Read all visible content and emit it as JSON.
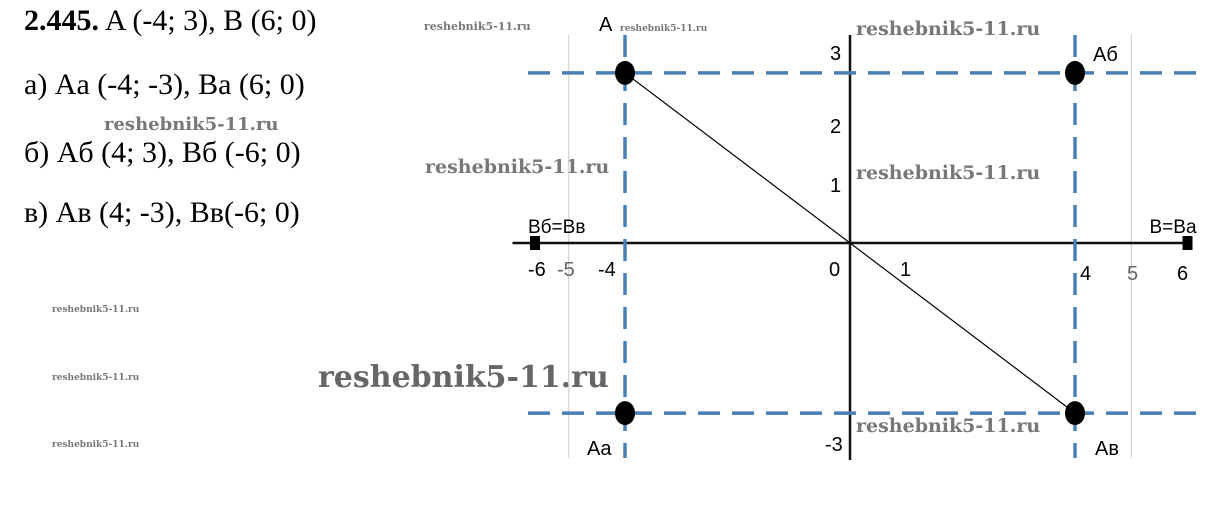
{
  "problem": {
    "number": "2.445.",
    "given": "A (-4; 3), B (6; 0)",
    "answers": [
      "а) Aa (-4; -3), Ba (6; 0)",
      "б) Aб (4; 3), Bб (-6; 0)",
      "в) Aв (4; -3), Bв(-6; 0)"
    ]
  },
  "watermark": "reshebnik5-11.ru",
  "diagram": {
    "x_ticks": [
      "-6",
      "-5",
      "-4",
      "0",
      "1",
      "4",
      "5",
      "6"
    ],
    "y_ticks": [
      "3",
      "2",
      "1",
      "-3"
    ],
    "points": [
      {
        "label": "A",
        "x": -4,
        "y": 3
      },
      {
        "label": "Aб",
        "x": 4,
        "y": 3
      },
      {
        "label": "Aa",
        "x": -4,
        "y": -3
      },
      {
        "label": "Aв",
        "x": 4,
        "y": -3
      }
    ],
    "endpoints": [
      {
        "label": "Bб=Bв",
        "x": -6,
        "y": 0
      },
      {
        "label": "B=Ba",
        "x": 6,
        "y": 0
      }
    ],
    "guide_color": "#4a7fb5"
  }
}
